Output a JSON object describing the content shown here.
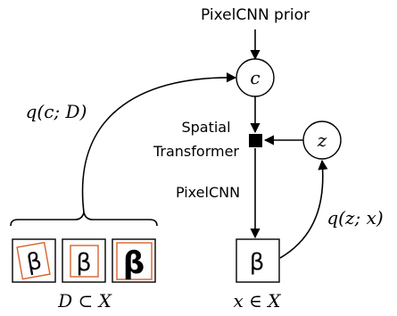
{
  "labels": {
    "prior": "PixelCNN prior",
    "c_node": "c",
    "z_node": "z",
    "spatial": "Spatial",
    "transformer": "Transformer",
    "pixelcnn": "PixelCNN",
    "q_c": "q(c; D)",
    "q_z": "q(z; x)",
    "d_subset_x": "D ⊂ X",
    "x_in_x": "x ∈ X",
    "x_glyph": "β",
    "d_glyphs": [
      "β",
      "β",
      "β"
    ]
  },
  "colors": {
    "stroke": "#000000",
    "crop_box": "#d9622b",
    "background": "#ffffff"
  }
}
